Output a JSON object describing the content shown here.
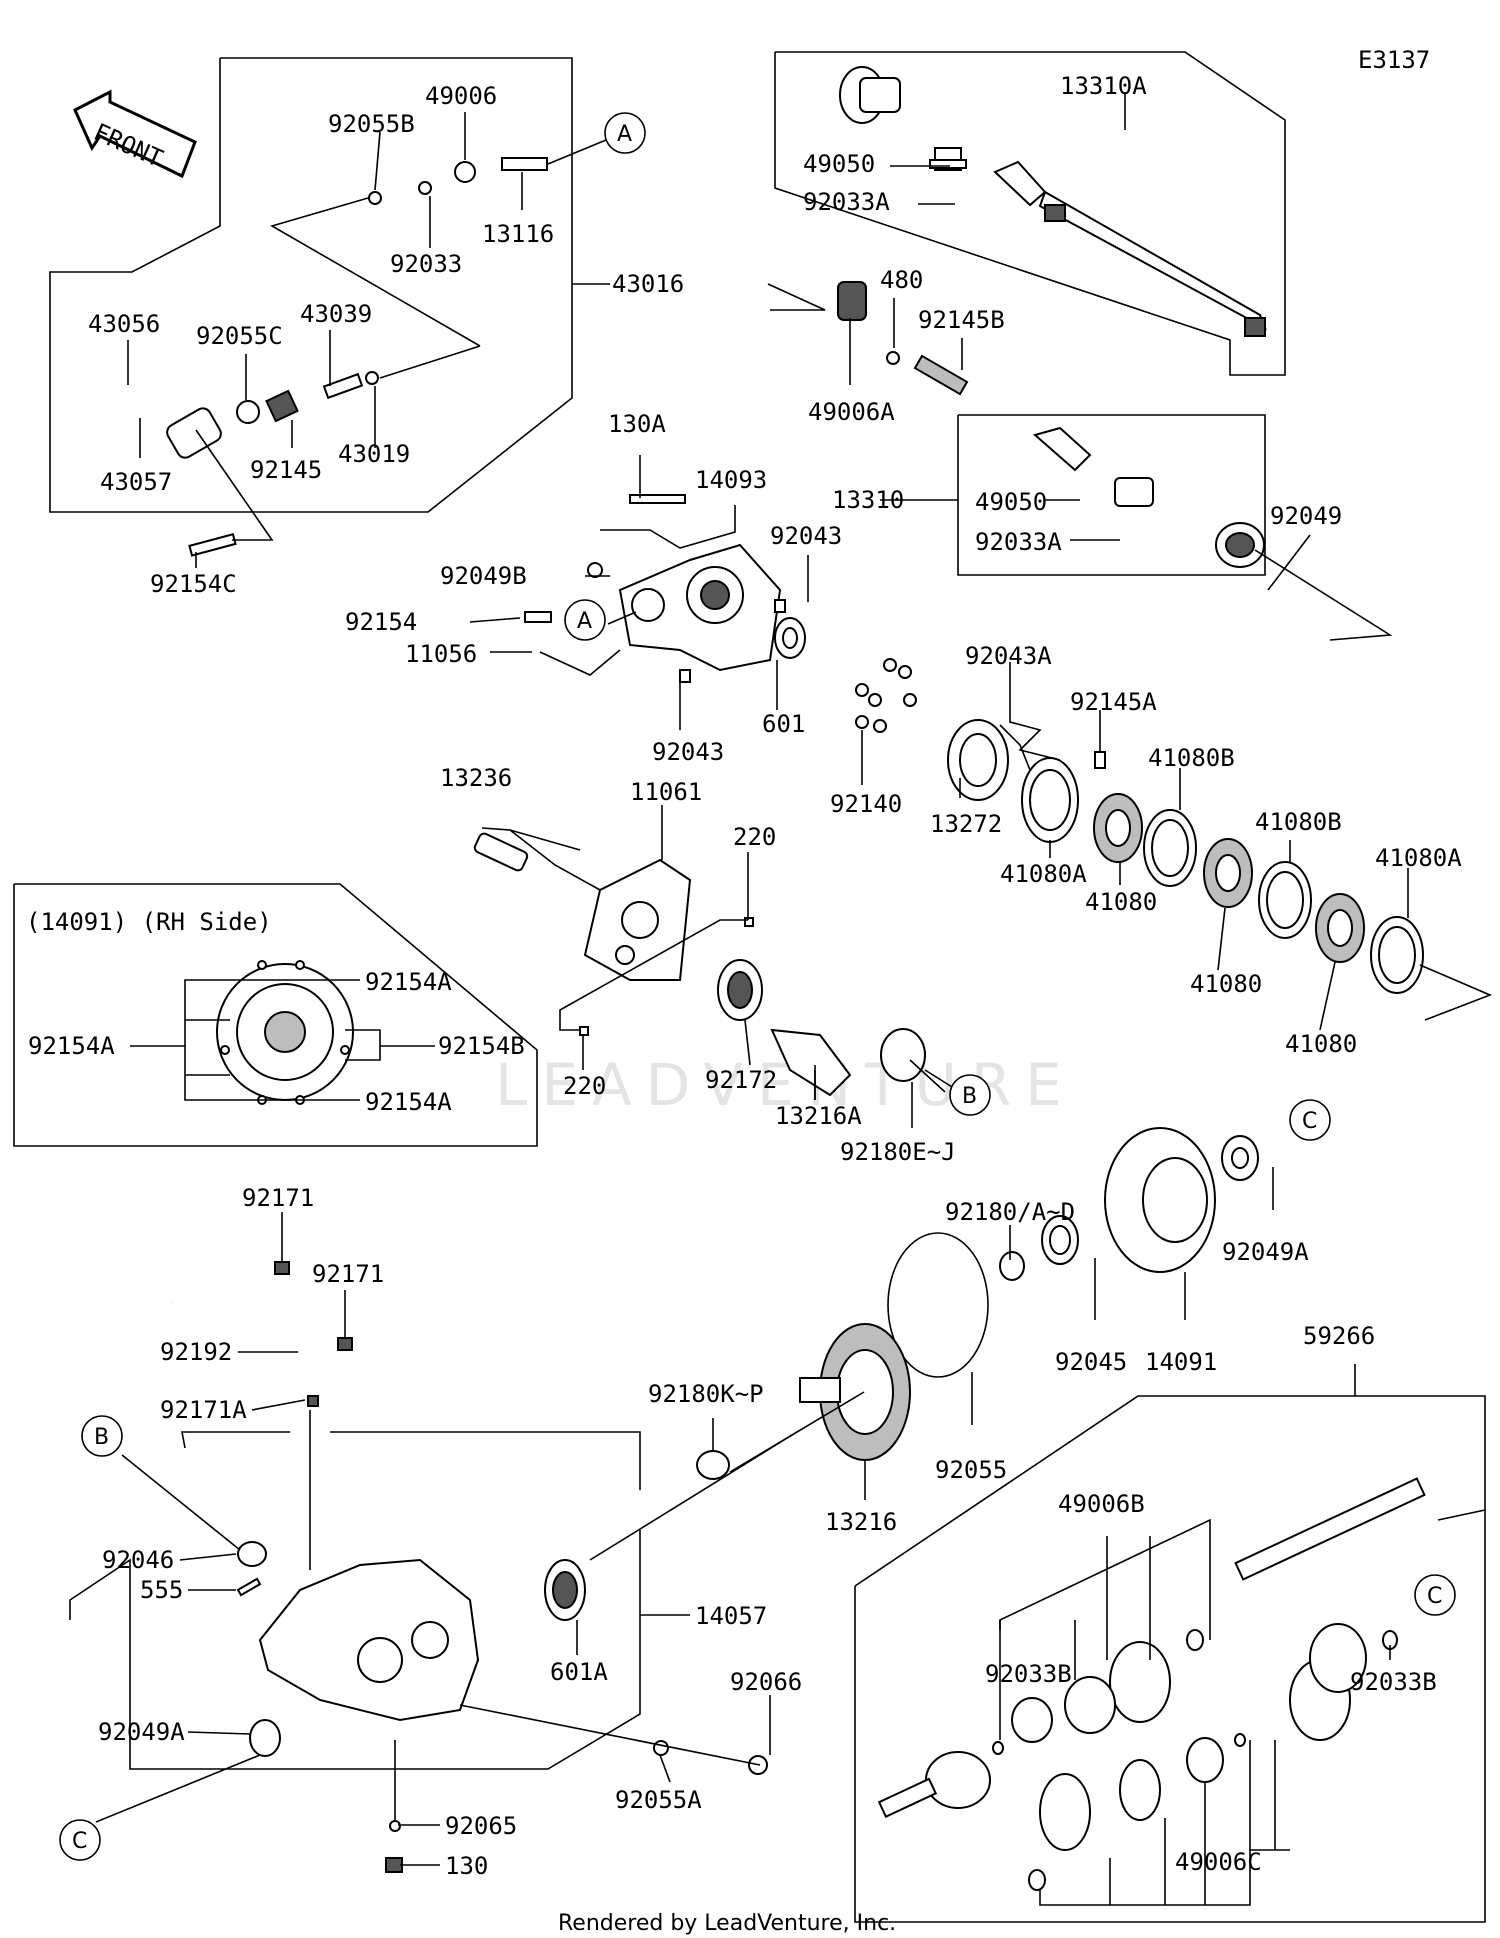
{
  "diagram": {
    "code": "E3137",
    "front_label": "FRONT",
    "watermark": "LEADVENTURE",
    "footer": "Rendered by LeadVenture, Inc.",
    "inset_title": "(14091) (RH Side)",
    "part_numbers": {
      "p13310A": "13310A",
      "p49050a": "49050",
      "p92033Aa": "92033A",
      "p92055B": "92055B",
      "p49006": "49006",
      "p13116": "13116",
      "p92033": "92033",
      "p43016": "43016",
      "p43056": "43056",
      "p92055C": "92055C",
      "p43039": "43039",
      "p43057": "43057",
      "p92145": "92145",
      "p43019": "43019",
      "p92154C": "92154C",
      "p480": "480",
      "p92145B": "92145B",
      "p49006A": "49006A",
      "p130A": "130A",
      "p14093": "14093",
      "p13310": "13310",
      "p49050b": "49050",
      "p92033Ab": "92033A",
      "p92049": "92049",
      "p92043a": "92043",
      "p92049B": "92049B",
      "p92154": "92154",
      "p11056": "11056",
      "p601": "601",
      "p92043b": "92043",
      "p92140": "92140",
      "p92043A": "92043A",
      "p92145A": "92145A",
      "p13272": "13272",
      "p41080B1": "41080B",
      "p41080B2": "41080B",
      "p41080A1": "41080A",
      "p41080A2": "41080A",
      "p41080a": "41080",
      "p41080b": "41080",
      "p41080c": "41080",
      "p13236": "13236",
      "p11061": "11061",
      "p220a": "220",
      "p220b": "220",
      "p92172": "92172",
      "p13216A": "13216A",
      "p92180EJ": "92180E~J",
      "p92154Aa": "92154A",
      "p92154Ab": "92154A",
      "p92154Ac": "92154A",
      "p92154B": "92154B",
      "p92171a": "92171",
      "p92171b": "92171",
      "p92192": "92192",
      "p92171A": "92171A",
      "p92180AD": "92180/A~D",
      "p92049Aa": "92049A",
      "p92045": "92045",
      "p14091": "14091",
      "p59266": "59266",
      "p92180KP": "92180K~P",
      "p92055": "92055",
      "p13216": "13216",
      "p49006B": "49006B",
      "p92046": "92046",
      "p555": "555",
      "p14057": "14057",
      "p601A": "601A",
      "p92049Ab": "92049A",
      "p92066": "92066",
      "p92055A": "92055A",
      "p92065": "92065",
      "p130": "130",
      "p92033Ba": "92033B",
      "p92033Bb": "92033B",
      "p49006C": "49006C"
    },
    "ref_markers": {
      "A1": "A",
      "A2": "A",
      "B1": "B",
      "B2": "B",
      "C1": "C",
      "C2": "C",
      "C3": "C"
    }
  }
}
